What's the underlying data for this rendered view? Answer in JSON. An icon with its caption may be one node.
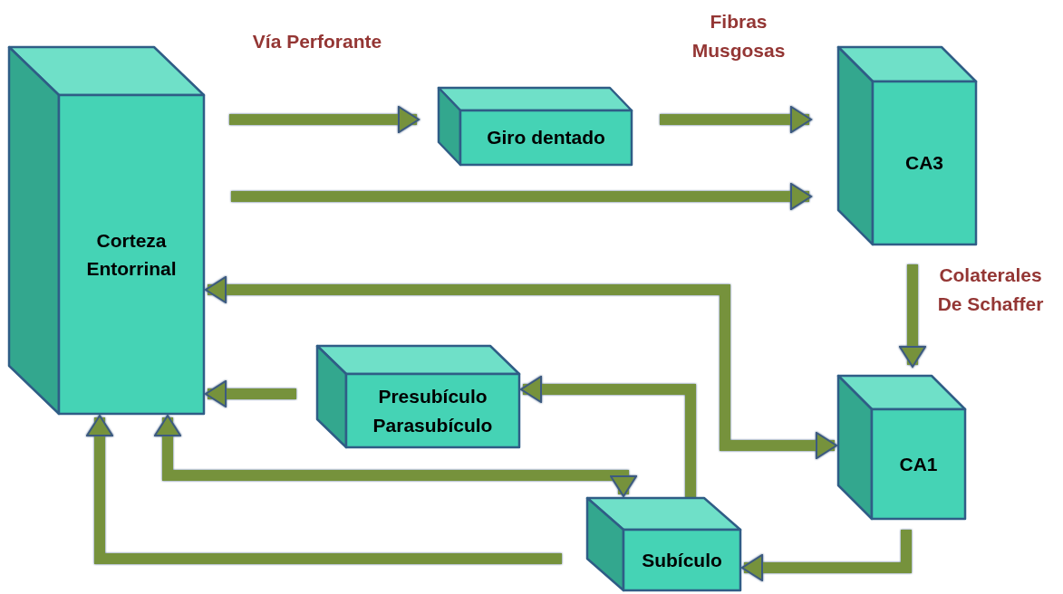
{
  "diagram": {
    "nodes": [
      {
        "text": [
          "Corteza Entorrinal"
        ]
      },
      {
        "text": [
          "Giro dentado"
        ]
      },
      {
        "text": [
          "CA3"
        ]
      },
      {
        "text": [
          "CA1"
        ]
      },
      {
        "text": [
          "Presubículo Parasubículo"
        ]
      },
      {
        "text": [
          "Subículo"
        ]
      }
    ],
    "edges": [
      {
        "from": 0,
        "to": 1,
        "arrow": "to",
        "label": "Vía Perforante"
      },
      {
        "from": 1,
        "to": 2,
        "arrow": "to",
        "label": "Fibras Musgosas"
      },
      {
        "from": 0,
        "to": 2,
        "arrow": "to"
      },
      {
        "from": 2,
        "to": 3,
        "arrow": "to",
        "label": "Colaterales De Schaffer"
      },
      {
        "from": 3,
        "to": 0,
        "arrow": "both"
      },
      {
        "from": 4,
        "to": 0,
        "arrow": "to"
      },
      {
        "from": 5,
        "to": 4,
        "arrow": "to"
      },
      {
        "from": 5,
        "to": 0,
        "arrow": "both"
      },
      {
        "from": 5,
        "to": 0,
        "arrow": "to"
      },
      {
        "from": 3,
        "to": 5,
        "arrow": "to"
      }
    ]
  }
}
